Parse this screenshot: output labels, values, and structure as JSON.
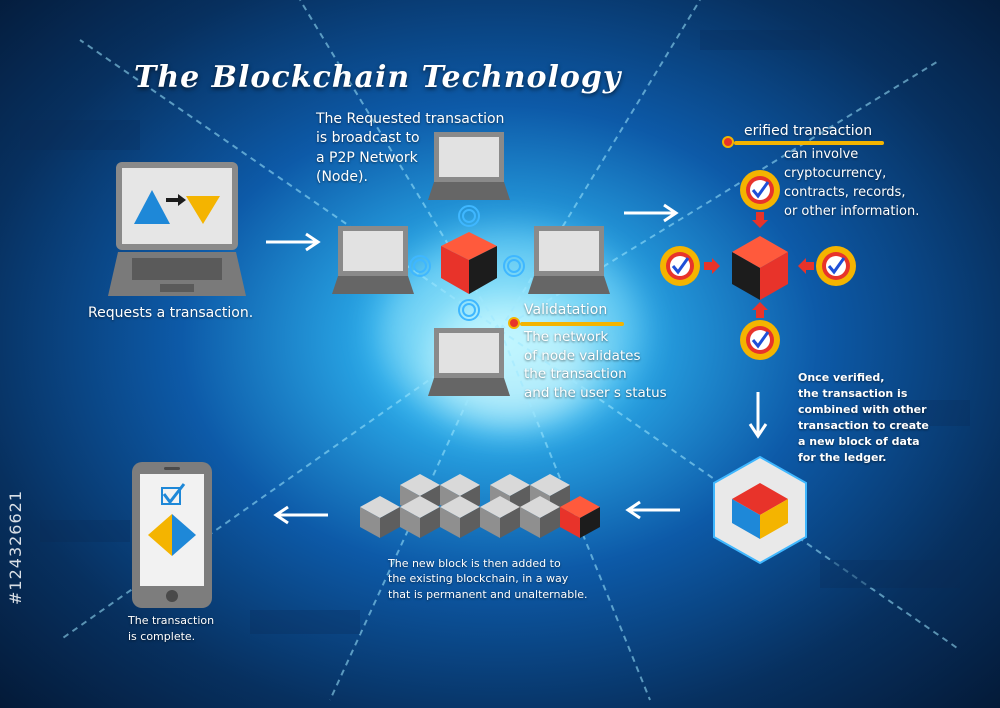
{
  "title": "The Blockchain Technology",
  "step1": {
    "caption": "Requests a transaction."
  },
  "step2": {
    "caption": "The Requested transaction\nis broadcast to\na P2P Network\n(Node)."
  },
  "step3": {
    "heading": "Validatation",
    "caption": "The network\nof node validates\nthe transaction\nand the user s status"
  },
  "step4": {
    "heading": "erified transaction",
    "caption": "can involve\ncryptocurrency,\ncontracts, records,\nor other information."
  },
  "step5": {
    "caption": "Once verified,\nthe transaction is\ncombined with other\ntransaction to create\na new block of data\nfor the ledger."
  },
  "step6": {
    "caption": "The new block is then added to\nthe existing blockchain, in a way\nthat is permanent and unalternable."
  },
  "step7": {
    "caption": "The transaction\nis complete."
  },
  "watermark": "#124326621",
  "colors": {
    "blue": "#1e88d8",
    "yellow": "#f4b400",
    "red": "#e8332a",
    "dark": "#1c1c1c"
  }
}
